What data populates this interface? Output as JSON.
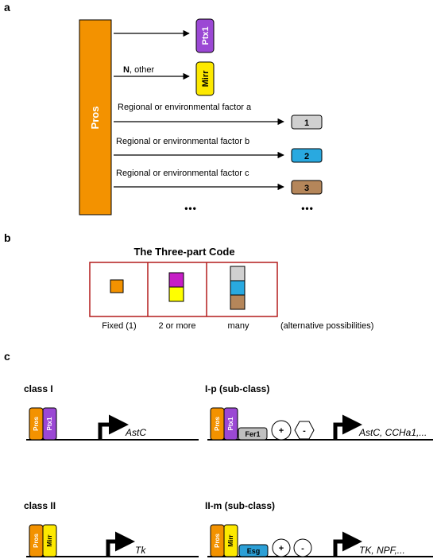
{
  "panel_a": {
    "letter": "a",
    "pros_label": "Pros",
    "ptx1_label": "Ptx1",
    "mirr_label": "Mirr",
    "n_label": "N",
    "other_label": ", other",
    "factor_a": "Regional or environmental factor a",
    "factor_b": "Regional or environmental factor b",
    "factor_c": "Regional or environmental factor c",
    "box1": "1",
    "box2": "2",
    "box3": "3",
    "dots_left": "•••",
    "dots_right": "•••"
  },
  "panel_b": {
    "letter": "b",
    "title": "The Three-part Code",
    "fixed": "Fixed (1)",
    "two_or_more": "2 or more",
    "many": "many",
    "alternative": "(alternative possibilities)"
  },
  "panel_c": {
    "letter": "c",
    "class1_title": "class I",
    "class1_gene": "AstC",
    "ip_title": "I-p (sub-class)",
    "ip_genes": "AstC, CCHa1,...",
    "fer1": "Fer1",
    "class2_title": "class II",
    "class2_gene": "Tk",
    "iim_title": "II-m (sub-class)",
    "iim_genes": "TK, NPF,...",
    "esg": "Esg",
    "pros": "Pros",
    "ptx1": "Ptx1",
    "mirr": "Mirr",
    "plus": "+",
    "minus": "-"
  },
  "colors": {
    "pros": "#f39200",
    "ptx1": "#9b48d4",
    "mirr": "#fde900",
    "magenta": "#c61ec6",
    "yellow": "#ffff00",
    "box1": "#d0d0d0",
    "box2": "#29a9e0",
    "box3": "#b5865a",
    "fer1": "#c0c0c0",
    "esg": "#2b9fd6",
    "frame": "#b31c1c"
  }
}
